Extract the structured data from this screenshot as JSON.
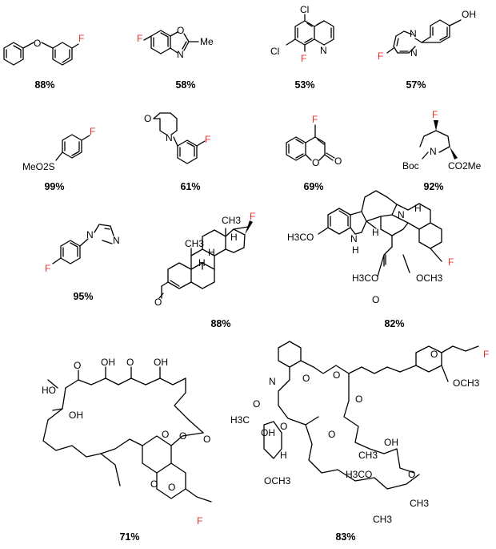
{
  "compounds": [
    {
      "yield": "88%",
      "atoms": [
        "O",
        "F"
      ]
    },
    {
      "yield": "58%",
      "atoms": [
        "F",
        "O",
        "N",
        "Me"
      ]
    },
    {
      "yield": "53%",
      "atoms": [
        "Cl",
        "Cl",
        "F",
        "N"
      ]
    },
    {
      "yield": "57%",
      "atoms": [
        "OH",
        "N",
        "N",
        "F"
      ]
    },
    {
      "yield": "99%",
      "atoms": [
        "F",
        "MeO2S"
      ]
    },
    {
      "yield": "61%",
      "atoms": [
        "O",
        "N",
        "F"
      ]
    },
    {
      "yield": "69%",
      "atoms": [
        "F",
        "O",
        "O"
      ]
    },
    {
      "yield": "92%",
      "atoms": [
        "F",
        "N",
        "Boc",
        "CO2Me"
      ]
    },
    {
      "yield": "95%",
      "atoms": [
        "N",
        "N",
        "F"
      ]
    },
    {
      "yield": "88%",
      "atoms": [
        "F",
        "H",
        "CH3",
        "CH3",
        "H",
        "H",
        "O"
      ]
    },
    {
      "yield": "82%",
      "atoms": [
        "N",
        "H3CO",
        "N",
        "H",
        "H",
        "H",
        "H3CO",
        "O",
        "F",
        "OCH3"
      ]
    },
    {
      "yield": "71%",
      "atoms": [
        "O",
        "O",
        "O",
        "OH",
        "OH",
        "HO",
        "OH",
        "O",
        "O",
        "O",
        "O",
        "F"
      ]
    },
    {
      "yield": "83%",
      "atoms": [
        "O",
        "F",
        "N",
        "O",
        "O",
        "OCH3",
        "O",
        "O",
        "H3C",
        "OH",
        "O",
        "O",
        "H",
        "CH3",
        "OH",
        "H3CO",
        "O",
        "OCH3",
        "CH3",
        "CH3"
      ]
    }
  ],
  "colors": {
    "fluorine": "#e8322b",
    "bond": "#000000"
  }
}
